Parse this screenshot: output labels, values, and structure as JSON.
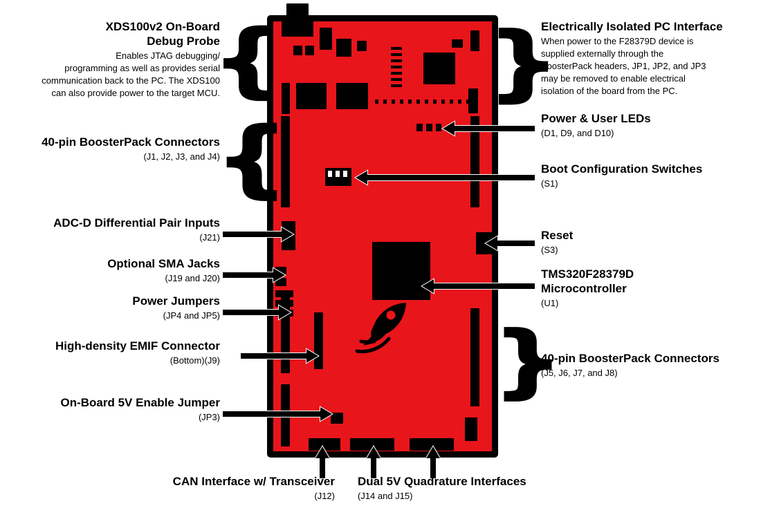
{
  "colors": {
    "board_red": "#e8151b",
    "ink": "#000000"
  },
  "glyphs": {
    "brace_left": "{",
    "brace_right": "}"
  },
  "left_callouts": [
    {
      "id": "debug-probe",
      "title": "XDS100v2 On-Board Debug Probe",
      "description": "Enables JTAG debugging/\nprogramming as well as provides serial\ncommunication back to the PC. The XDS100\ncan also provide power to the target MCU."
    },
    {
      "id": "boosterpack-j1-j4",
      "title": "40-pin BoosterPack Connectors",
      "designator": "(J1, J2, J3, and J4)"
    },
    {
      "id": "adc-d-inputs",
      "title": "ADC-D Differential Pair Inputs",
      "designator": "(J21)"
    },
    {
      "id": "sma-jacks",
      "title": "Optional SMA Jacks",
      "designator": "(J19 and J20)"
    },
    {
      "id": "power-jumpers",
      "title": "Power Jumpers",
      "designator": "(JP4 and JP5)"
    },
    {
      "id": "emif-connector",
      "title": "High-density EMIF Connector",
      "designator": "(Bottom)(J9)"
    },
    {
      "id": "5v-enable-jumper",
      "title": "On-Board 5V Enable Jumper",
      "designator": "(JP3)"
    }
  ],
  "right_callouts": [
    {
      "id": "isolated-pc-interface",
      "title": "Electrically Isolated PC Interface",
      "description": "When power to the F28379D device is\nsupplied externally through the\nBoosterPack headers, JP1, JP2, and JP3\nmay be removed to enable electrical\nisolation of the board from the PC."
    },
    {
      "id": "power-user-leds",
      "title": "Power & User LEDs",
      "designator": "(D1, D9, and D10)"
    },
    {
      "id": "boot-config-switches",
      "title": "Boot Configuration Switches",
      "designator": "(S1)"
    },
    {
      "id": "reset",
      "title": "Reset",
      "designator": "(S3)"
    },
    {
      "id": "mcu",
      "title": "TMS320F28379D Microcontroller",
      "designator": "(U1)"
    },
    {
      "id": "boosterpack-j5-j8",
      "title": "40-pin BoosterPack Connectors",
      "designator": "(J5, J6, J7, and J8)"
    }
  ],
  "bottom_callouts": [
    {
      "id": "can-interface",
      "title": "CAN Interface w/ Transceiver",
      "designator": "(J12)"
    },
    {
      "id": "quadrature-interfaces",
      "title": "Dual 5V Quadrature Interfaces",
      "designator": "(J14 and J15)"
    }
  ]
}
